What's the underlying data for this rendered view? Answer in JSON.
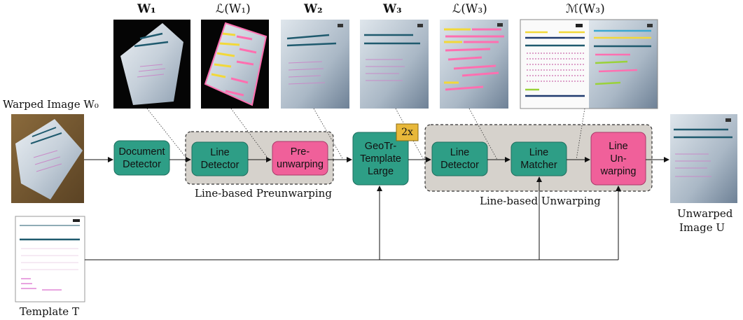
{
  "title_labels": {
    "w1": "W₁",
    "lw1": "ℒ(W₁)",
    "w2": "W₂",
    "w3": "W₃",
    "lw3": "ℒ(W₃)",
    "mw3": "ℳ(W₃)"
  },
  "input_label": "Warped Image W₀",
  "template_label": "Template T",
  "output_label_line1": "Unwarped",
  "output_label_line2": "Image U",
  "groups": {
    "preunwarping": "Line-based Preunwarping",
    "unwarping": "Line-based Unwarping"
  },
  "boxes": {
    "document_detector": "Document\nDetector",
    "line_detector_1": "Line\nDetector",
    "pre_unwarping": "Pre-\nunwarping",
    "geotr": "GeoTr-\nTemplate\nLarge",
    "line_detector_2": "Line\nDetector",
    "line_matcher": "Line\nMatcher",
    "line_unwarping": "Line\nUn-\nwarping"
  },
  "badge": "2x",
  "colors": {
    "teal": "#2e9e86",
    "pink": "#f0609a",
    "group_fill": "#d6d2cc",
    "badge": "#e8b83a",
    "line_yellow": "#f2d83a",
    "line_pink": "#ff6fb0",
    "line_dark": "#1f3a6e"
  }
}
